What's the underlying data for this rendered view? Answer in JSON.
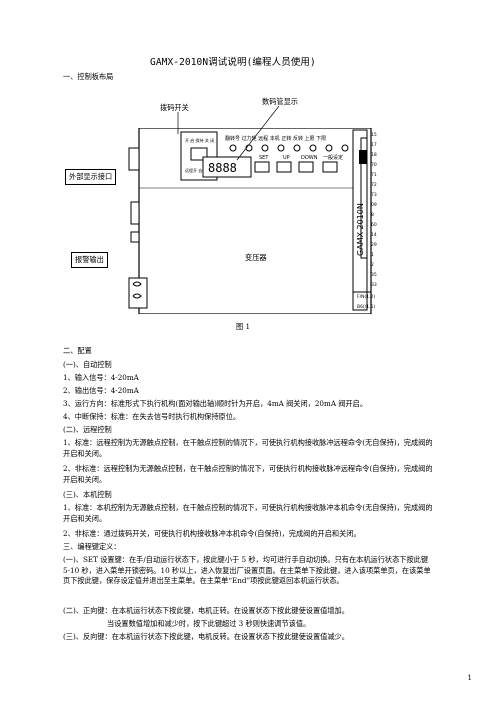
{
  "doc": {
    "title": "GAMX-2010N调试说明(编程人员使用)",
    "section1": "一、控制板布局",
    "figure": {
      "callouts": {
        "dip_switch": "拨码开关",
        "digit_display": "数码管显示",
        "external_display": "外部显示接口",
        "alarm_output": "报警输出",
        "transformer": "变压器"
      },
      "board_labels": {
        "button_row": "翻转号 过力矩 远程 本机 正转 反转 上限 下限",
        "button_keys": [
          "SET",
          "UP",
          "DOWN",
          "一般设定"
        ],
        "display_value": "8888",
        "vertical_model": "GAMX-2010N",
        "pin_numbers": [
          "15",
          "17",
          "18",
          "70",
          "71",
          "72",
          "73",
          "09",
          "8",
          "60",
          "14",
          "29",
          "1",
          "2",
          "35",
          "33"
        ],
        "pin_bottom": [
          "F/N(1.2)",
          "B6(/1.5)"
        ]
      },
      "caption": "图 1"
    },
    "section2": "二、配置",
    "s2_1": "(一)、自动控制",
    "s2_1_items": [
      "1、输入信号：4-20mA",
      "2、输出信号：4-20mA",
      "3、运行方向：标准形式下执行机构(面对输出轴)顺时针为开启，4mA 阀关闭，20mA 阀开启。",
      "4、中断保持：标准：在失去信号时执行机构保持原位。"
    ],
    "s2_2": "(二)、远程控制",
    "s2_2_items": [
      "1、标准：远程控制为无源触点控制，在干触点控制的情况下，可使执行机构接收脉冲远程命令(无自保持)，完成阀的开启和关闭。",
      "2、非标准：远程控制为无源触点控制，在干触点控制的情况下，可使执行机构接收脉冲远程命令(自保持)，完成阀的开启和关闭。"
    ],
    "s2_3": "(三)、本机控制",
    "s2_3_items": [
      "1、标准：本机控制为无源触点控制，在干触点控制的情况下，可使执行机构接收脉冲本机命令(无自保持)，完成阀的开启和关闭。",
      "2、非标准：通过拨码开关，可使执行机构接收脉冲本机命令(自保持)，完成阀的开启和关闭。"
    ],
    "section3": "三、编程键定义：",
    "s3_items": [
      "(一)、SET 设置键：在手/自动运行状态下，按此键小于 5 秒，均可进行手自动切换。只有在本机运行状态下按此键 5-10 秒，进入菜单开锁密码。10 秒以上，进入恢复出厂设置页面。在主菜单下按此键，进入该项菜单页，在该菜单页下按此键，保存设定值并退出至主菜单。在主菜单“End”项按此键返回本机运行状态。",
      "(二)、正向键：在本机运行状态下按此键，电机正转。在设置状态下按此键使设置值增加。",
      "当设置数值增加和减少时，按下此键超过 3 秒则快速调节该值。",
      "(三)、反向键：在本机运行状态下按此键，电机反转。在设置状态下按此键使设置值减少。"
    ],
    "page_number": "1"
  }
}
